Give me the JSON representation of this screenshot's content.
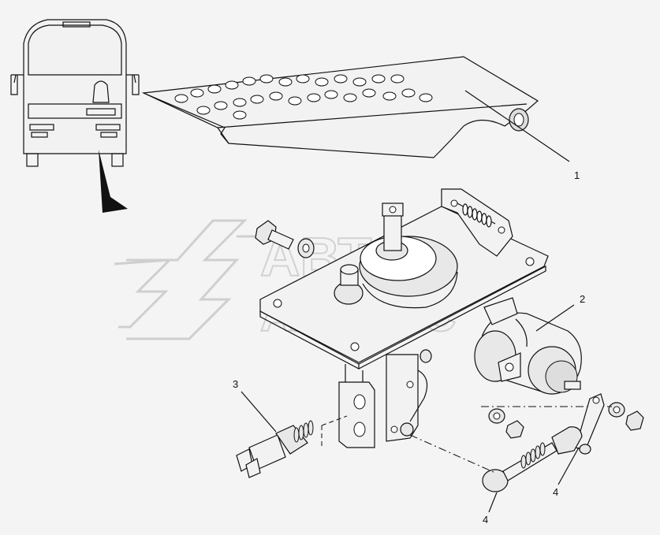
{
  "watermark": {
    "line1": "АВТО",
    "line2": "АЛЬЯНС"
  },
  "callouts": {
    "c1": "1",
    "c2": "2",
    "c3": "3",
    "c4a": "4",
    "c4b": "4"
  }
}
